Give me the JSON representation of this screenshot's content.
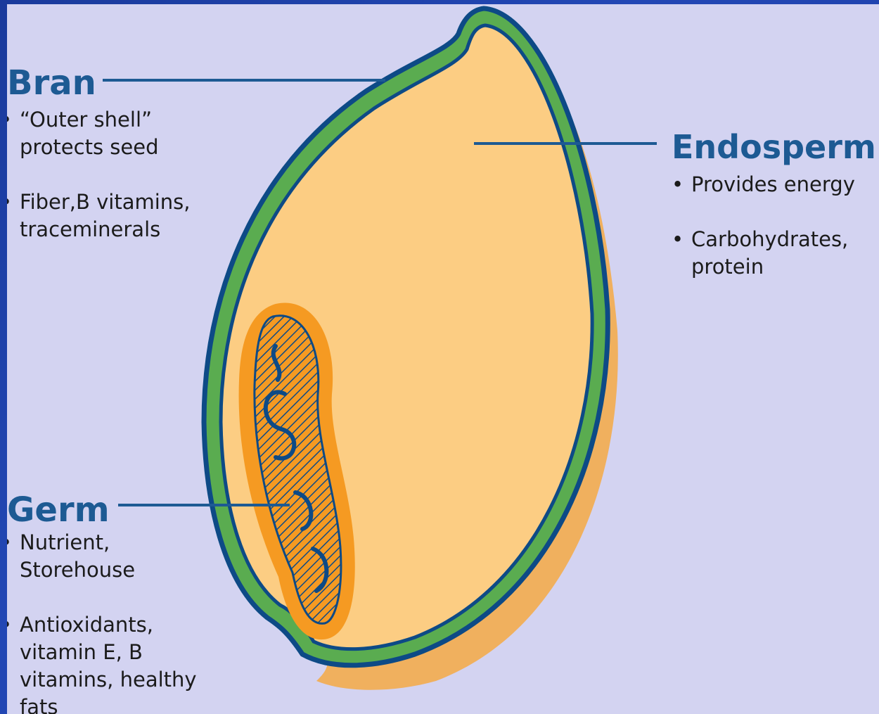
{
  "colors": {
    "background_panel": "#d3d3f1",
    "outer_frame": "#2046b0",
    "heading_blue": "#1d5a93",
    "bran_green": "#5aac50",
    "outline_navy": "#0d4a86",
    "endosperm_fill": "#fccd83",
    "shadow_fill": "#f0b05e",
    "germ_orange": "#f59a22"
  },
  "bran": {
    "heading": "Bran",
    "bullets": [
      "“Outer shell” protects seed",
      "Fiber,B vitamins, traceminerals"
    ]
  },
  "endosperm": {
    "heading": "Endosperm",
    "bullets": [
      "Provides energy",
      "Carbohydrates, protein"
    ]
  },
  "germ": {
    "heading": "Germ",
    "bullets": [
      "Nutrient, Storehouse",
      "Antioxidants, vitamin E, B vitamins, healthy fats"
    ]
  }
}
